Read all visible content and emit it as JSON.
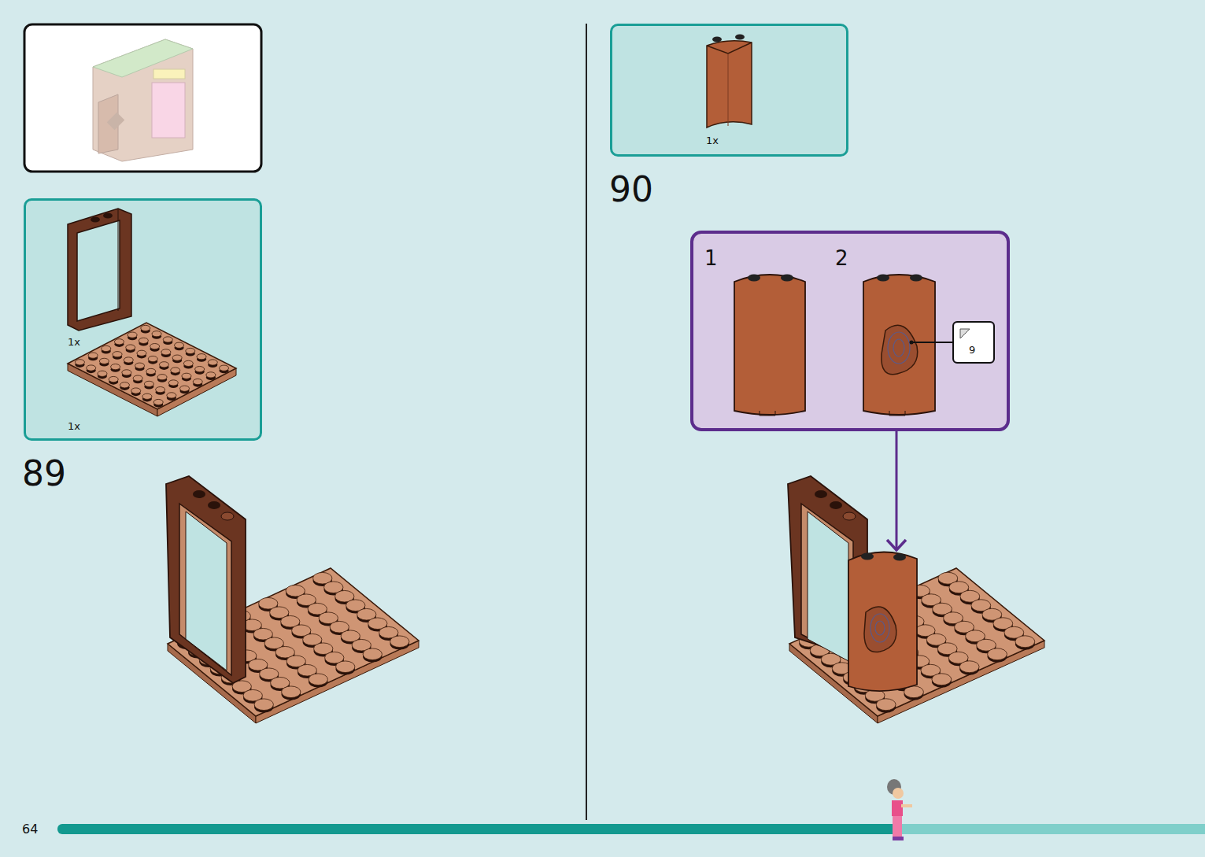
{
  "diagram": {
    "nodes": [
      {
        "text": [
          "1x",
          "1x"
        ]
      },
      {
        "text": [
          "1x"
        ]
      },
      {
        "text": [
          "1",
          "2"
        ]
      },
      {
        "text": [
          "9"
        ],
        "in": 2
      }
    ],
    "labels": [
      "89",
      "90",
      "64"
    ]
  }
}
